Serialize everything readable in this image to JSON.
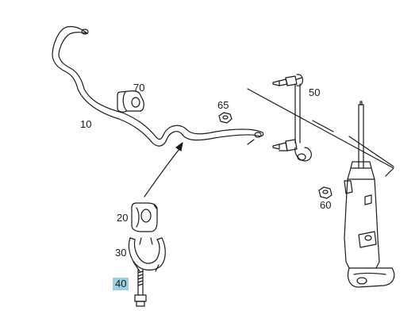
{
  "labels": {
    "sway_bar": "10",
    "bushing_20": "20",
    "clamp_30": "30",
    "bolt_40": "40",
    "link_50": "50",
    "nut_60": "60",
    "nut_65": "65",
    "bushing_70": "70"
  },
  "highlight_color": "#9ccfe3"
}
